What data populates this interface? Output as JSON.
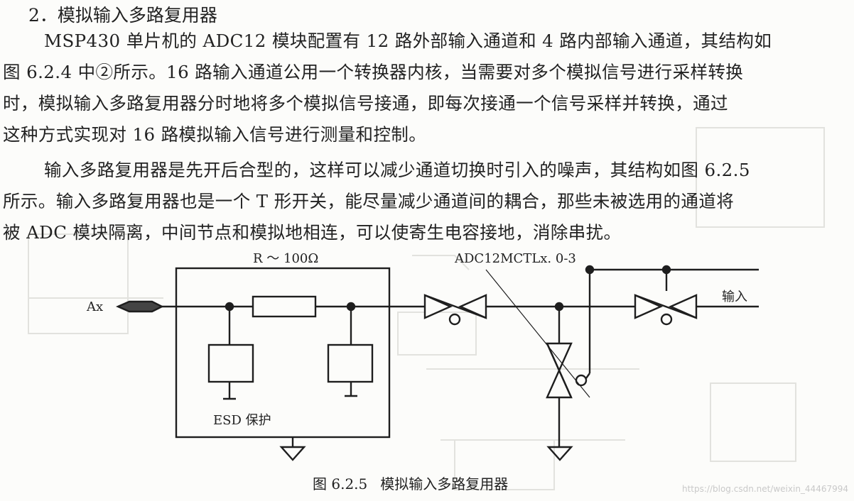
{
  "section": {
    "heading": "2．模拟输入多路复用器"
  },
  "paragraph1": {
    "lines": [
      "MSP430 单片机的 ADC12 模块配置有 12 路外部输入通道和 4 路内部输入通道，其结构如",
      "图 6.2.4 中②所示。16 路输入通道公用一个转换器内核，当需要对多个模拟信号进行采样转换",
      "时，模拟输入多路复用器分时地将多个模拟信号接通，即每次接通一个信号采样并转换，通过",
      "这种方式实现对 16 路模拟输入信号进行测量和控制。"
    ]
  },
  "paragraph2": {
    "lines": [
      "输入多路复用器是先开后合型的，这样可以减少通道切换时引入的噪声，其结构如图 6.2.5",
      "所示。输入多路复用器也是一个 T 形开关，能尽量减少通道间的耦合，那些未被选用的通道将",
      "被 ADC 模块隔离，中间节点和模拟地相连，可以使寄生电容接地，消除串扰。"
    ]
  },
  "figure": {
    "resistor_label": "R ～ 100Ω",
    "pin_label": "Ax",
    "esd_label": "ESD 保护",
    "control_label": "ADC12MCTLx. 0-3",
    "input_label": "输入",
    "caption_number": "图 6.2.5",
    "caption_title": "模拟输入多路复用器"
  },
  "watermark": "https://blog.csdn.net/weixin_44467994",
  "colors": {
    "ink": "#1e1e1e",
    "bleed_through": "#dcdcd8",
    "paper": "#fcfcfa"
  }
}
